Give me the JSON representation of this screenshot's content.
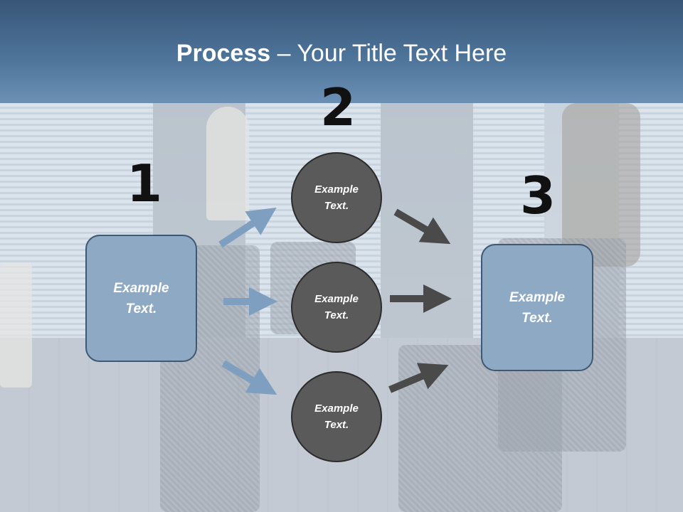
{
  "title": {
    "bold": "Process",
    "rest": " – Your Title Text Here"
  },
  "steps": [
    {
      "number": "1",
      "label": "Example Text."
    },
    {
      "number": "2",
      "label": "Example Text."
    },
    {
      "number": "3",
      "label": "Example Text."
    }
  ],
  "middle_nodes": [
    {
      "label": "Example Text."
    },
    {
      "label": "Example Text."
    },
    {
      "label": "Example Text."
    }
  ],
  "colors": {
    "header": "#4d7399",
    "box_fill": "#8ea9c4",
    "circle_fill": "#5a5a5a",
    "arrow_light": "#7f9fc0",
    "arrow_dark": "#4a4a4a"
  }
}
